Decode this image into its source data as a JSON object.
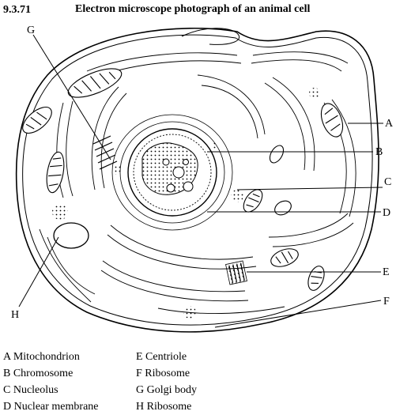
{
  "header": {
    "question_id": "9.3.71",
    "title": "Electron microscope photograph of an animal cell"
  },
  "labels": {
    "A": "A",
    "B": "B",
    "C": "C",
    "D": "D",
    "E": "E",
    "F": "F",
    "G": "G",
    "H": "H"
  },
  "legend": [
    {
      "left": "A Mitochondrion",
      "right": "E Centriole"
    },
    {
      "left": "B Chromosome",
      "right": "F Ribosome"
    },
    {
      "left": "C Nucleolus",
      "right": "G Golgi body"
    },
    {
      "left": "D Nuclear membrane",
      "right": "H Ribosome"
    }
  ]
}
